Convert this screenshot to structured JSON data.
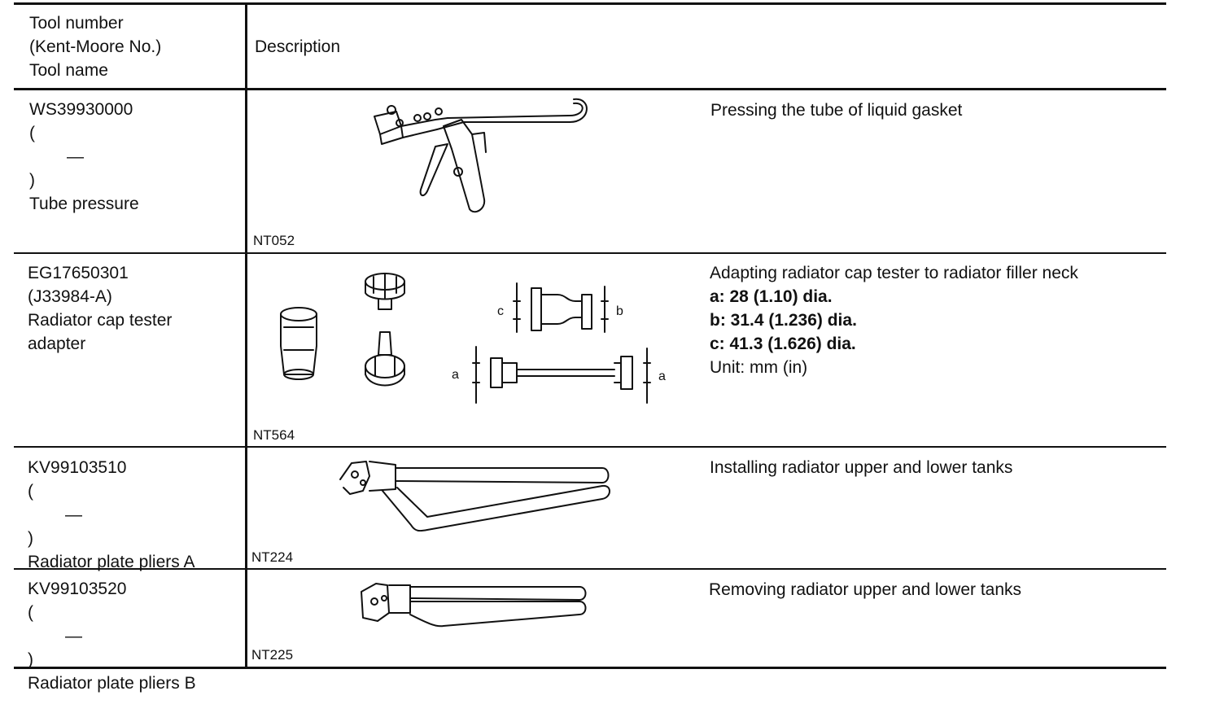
{
  "header": {
    "col1": [
      "Tool number",
      "(Kent-Moore No.)",
      "Tool name"
    ],
    "col2": "Description"
  },
  "rows": [
    {
      "number": "WS39930000",
      "kent_open": "(",
      "kent_dash": "—",
      "kent_close": ")",
      "name": "Tube pressure",
      "figure": "NT052",
      "description": "Pressing the tube of liquid gasket"
    },
    {
      "number": "EG17650301",
      "kent": "(J33984-A)",
      "name_lines": [
        "Radiator cap tester",
        "adapter"
      ],
      "figure": "NT564",
      "description": "Adapting radiator cap tester to radiator filler neck",
      "specs": [
        "a: 28 (1.10) dia.",
        "b: 31.4 (1.236) dia.",
        "c: 41.3 (1.626) dia."
      ],
      "unit": "Unit: mm (in)",
      "dim_labels": {
        "a": "a",
        "b": "b",
        "c": "c"
      }
    },
    {
      "number": "KV99103510",
      "kent_open": "(",
      "kent_dash": "—",
      "kent_close": ")",
      "name": "Radiator plate pliers A",
      "figure": "NT224",
      "description": "Installing radiator upper and lower tanks"
    },
    {
      "number": "KV99103520",
      "kent_open": "(",
      "kent_dash": "—",
      "kent_close": ")",
      "name": "Radiator plate pliers B",
      "figure": "NT225",
      "description": "Removing radiator upper and lower tanks"
    }
  ]
}
